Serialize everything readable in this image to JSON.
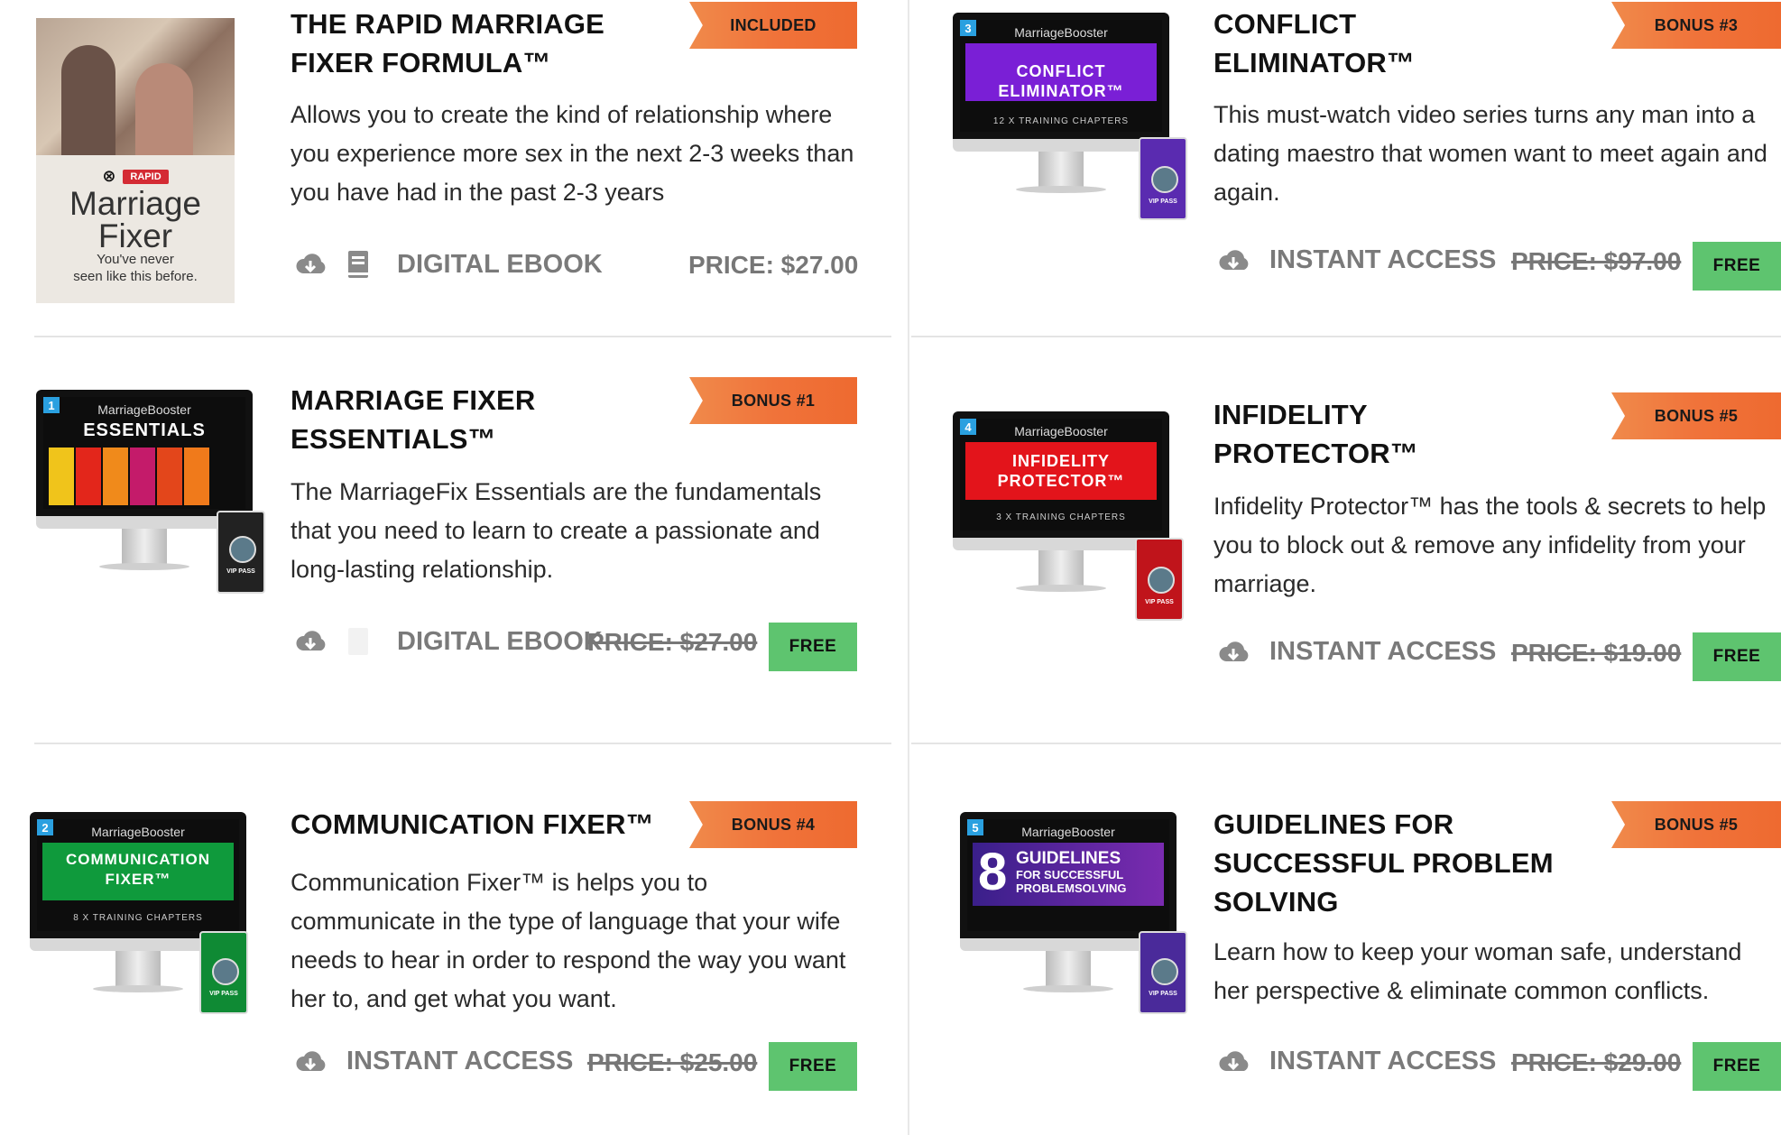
{
  "products": [
    {
      "id": "rapid-marriage-fixer",
      "title_lines": [
        "THE RAPID MARRIAGE",
        "FIXER FORMULA™"
      ],
      "badge": "INCLUDED",
      "description_lines": [
        "Allows you to create the kind of relationship where",
        "you experience more sex in the next 2-3 weeks than",
        "you have had in the past 2-3 years"
      ],
      "format": "DIGITAL EBOOK",
      "price": "PRICE: $27.00",
      "price_struck": false,
      "cta": "",
      "cover": {
        "badge": "RAPID",
        "title_1": "Marriage",
        "title_2": "Fixer",
        "tagline_1": "You've never",
        "tagline_2": "seen like this before."
      }
    },
    {
      "id": "conflict-eliminator",
      "title_lines": [
        "CONFLICT",
        "ELIMINATOR™"
      ],
      "badge": "BONUS #3",
      "description_lines": [
        "This must-watch video series turns any man into a",
        "dating maestro that women want to meet again and",
        "again."
      ],
      "format": "INSTANT ACCESS",
      "price": "PRICE: $97.00",
      "price_struck": true,
      "cta": "FREE",
      "screen": {
        "number": "3",
        "brand": "MarriageBooster",
        "title_1": "CONFLICT",
        "title_2": "ELIMINATOR™",
        "chapters": "12 X TRAINING CHAPTERS",
        "pass_text": "VIP PASS",
        "color": "#7a1fd6"
      }
    },
    {
      "id": "marriage-fixer-essentials",
      "title_lines": [
        "MARRIAGE FIXER",
        "ESSENTIALS™"
      ],
      "badge": "BONUS #1",
      "description_lines": [
        "The MarriageFix Essentials are the fundamentals",
        "that you need to learn to create a passionate and",
        "long-lasting relationship."
      ],
      "format": "DIGITAL EBOOK",
      "price": "PRICE: $27.00",
      "price_struck": true,
      "cta": "FREE",
      "screen": {
        "number": "1",
        "brand": "MarriageBooster",
        "title_1": "ESSENTIALS",
        "title_2": "",
        "chapters": "",
        "pass_text": "VIP PASS",
        "color": "#111111"
      }
    },
    {
      "id": "infidelity-protector",
      "title_lines": [
        "INFIDELITY",
        "PROTECTOR™"
      ],
      "badge": "BONUS #5",
      "description_lines": [
        "Infidelity Protector™ has the tools & secrets to help",
        "you to block out & remove any infidelity from your",
        "marriage."
      ],
      "format": "INSTANT ACCESS",
      "price": "PRICE: $19.00",
      "price_struck": true,
      "cta": "FREE",
      "screen": {
        "number": "4",
        "brand": "MarriageBooster",
        "title_1": "INFIDELITY",
        "title_2": "PROTECTOR™",
        "chapters": "3 X TRAINING CHAPTERS",
        "pass_text": "VIP PASS",
        "color": "#e3141b"
      }
    },
    {
      "id": "communication-fixer",
      "title_lines": [
        "COMMUNICATION FIXER™"
      ],
      "badge": "BONUS #4",
      "description_lines": [
        "Communication Fixer™ is helps you to",
        "communicate in the type of language that your wife",
        "needs to hear in order to respond the way you want",
        "her to, and get what you want."
      ],
      "format": "INSTANT ACCESS",
      "price": "PRICE: $25.00",
      "price_struck": true,
      "cta": "FREE",
      "screen": {
        "number": "2",
        "brand": "MarriageBooster",
        "title_1": "COMMUNICATION",
        "title_2": "FIXER™",
        "chapters": "8 X TRAINING CHAPTERS",
        "pass_text": "VIP PASS",
        "color": "#0f9a3c"
      }
    },
    {
      "id": "guidelines-problem-solving",
      "title_lines": [
        "GUIDELINES FOR",
        "SUCCESSFUL PROBLEM",
        "SOLVING"
      ],
      "badge": "BONUS #5",
      "description_lines": [
        "Learn how to keep your woman safe, understand",
        "her perspective & eliminate common conflicts."
      ],
      "format": "INSTANT ACCESS",
      "price": "PRICE: $29.00",
      "price_struck": true,
      "cta": "FREE",
      "screen": {
        "number": "5",
        "brand": "MarriageBooster",
        "title_1": "GUIDELINES",
        "title_2": "FOR SUCCESSFUL",
        "title_3": "PROBLEMSOLVING",
        "big_number": "8",
        "chapters": "",
        "pass_text": "VIP PASS",
        "color": "#4a2a9a"
      }
    }
  ],
  "colors": {
    "badge_orange": "#f0733a",
    "free_green": "#5ec46f",
    "muted_gray": "#777777",
    "screen_blue_tag": "#2aa0e0"
  },
  "icons": {
    "cloud": "cloud-download-icon",
    "book": "book-icon"
  }
}
